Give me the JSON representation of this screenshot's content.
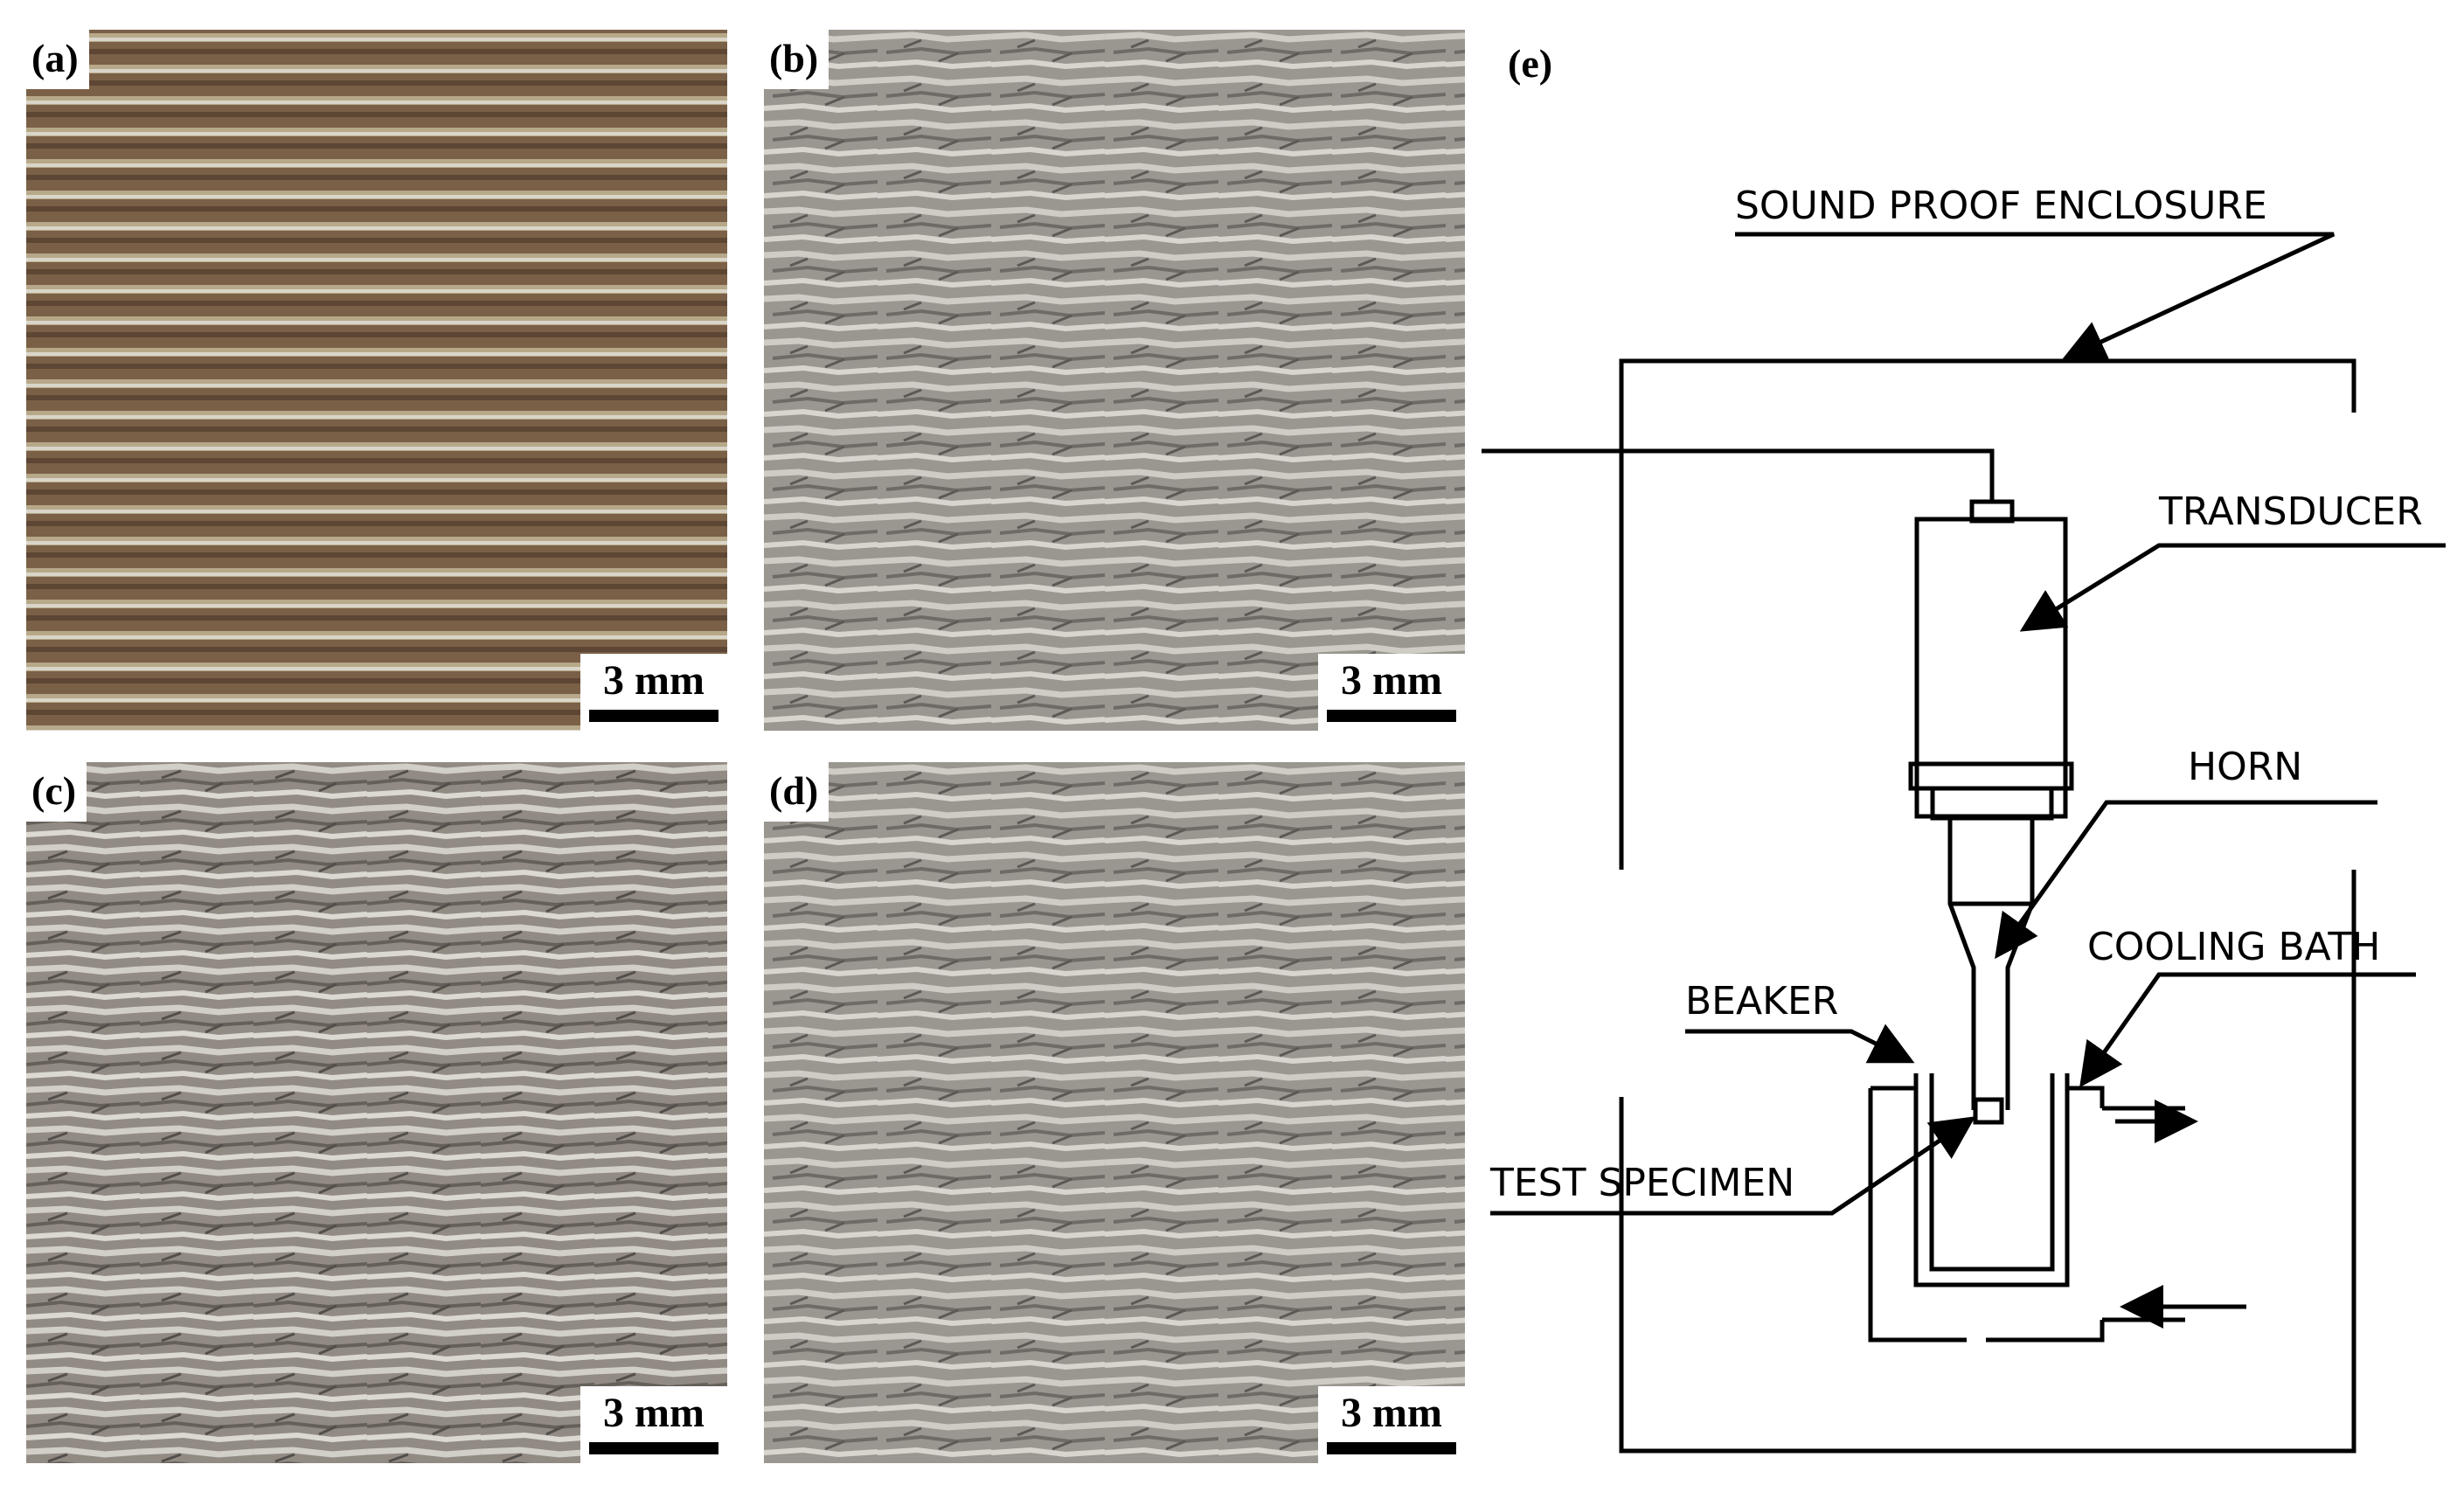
{
  "panels": [
    {
      "label": "(a)",
      "scale": "3 mm"
    },
    {
      "label": "(b)",
      "scale": "3 mm"
    },
    {
      "label": "(c)",
      "scale": "3 mm"
    },
    {
      "label": "(d)",
      "scale": "3 mm"
    }
  ],
  "diagram": {
    "label": "(e)",
    "enclosure": "SOUND PROOF ENCLOSURE",
    "transducer": "TRANSDUCER",
    "horn": "HORN",
    "cooling_bath": "COOLING BATH",
    "beaker": "BEAKER",
    "specimen": "TEST SPECIMEN"
  }
}
